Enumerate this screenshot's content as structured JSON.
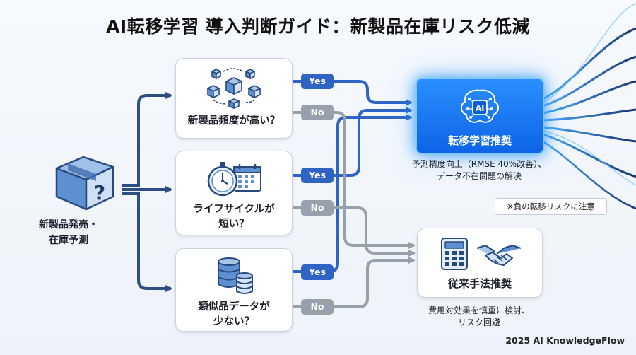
{
  "title": "AI転移学習 導入判断ガイド：新製品在庫リスク低減",
  "start": {
    "label": "新製品発売・\n在庫予測",
    "icon": "question-box-icon"
  },
  "questions": [
    {
      "label": "新製品頻度が高い？",
      "icon": "boxes-cycle-icon",
      "yes": "Yes",
      "no": "No"
    },
    {
      "label": "ライフサイクルが\n短い？",
      "icon": "stopwatch-calendar-icon",
      "yes": "Yes",
      "no": "No"
    },
    {
      "label": "類似品データが\n少ない？",
      "icon": "database-icon",
      "yes": "Yes",
      "no": "No"
    }
  ],
  "outcomes": {
    "ai": {
      "label": "転移学習推奨",
      "icon_text": "AI",
      "note": "予測精度向上（RMSE 40%改善）、\nデータ不在問題の解決",
      "caution": "※負の転移リスクに注意"
    },
    "traditional": {
      "label": "従来手法推奨",
      "note": "費用対効果を慎重に検討、\nリスク回避"
    }
  },
  "footer": "2025 AI KnowledgeFlow",
  "colors": {
    "accent": "#2f63c4",
    "no_gray": "#98a0ac",
    "arrow_navy": "#2d4f86",
    "ai_glow": "#1a78f2"
  }
}
